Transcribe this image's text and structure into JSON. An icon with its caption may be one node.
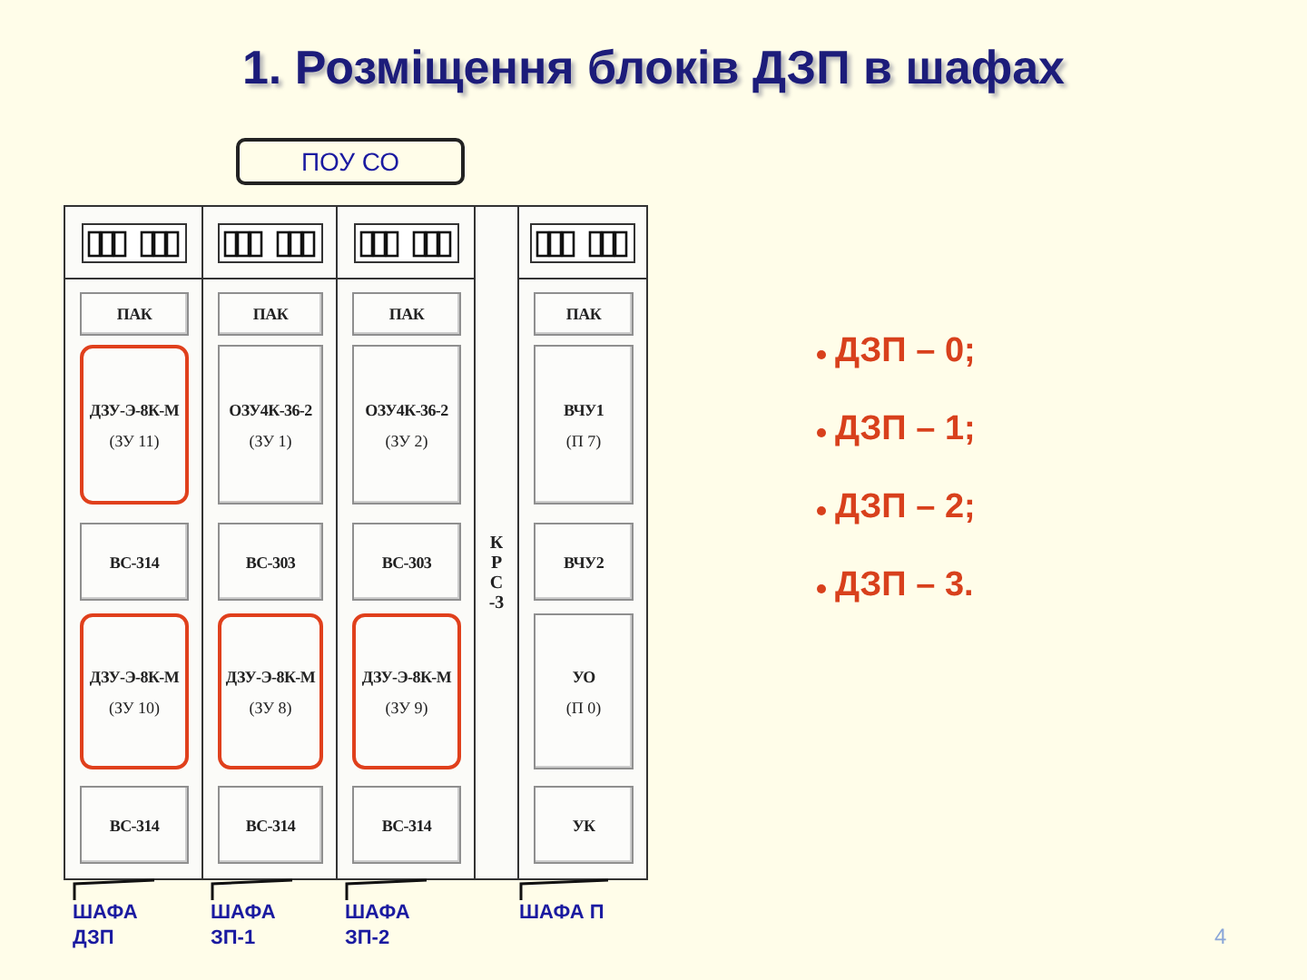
{
  "diagram": {
    "title": "1. Розміщення блоків ДЗП в шафах",
    "nodes": [
      {
        "text": [
          "ПОУ СО"
        ]
      },
      {
        "text": [],
        "shape": "box"
      },
      {
        "text": [
          "ПАК"
        ],
        "in": 1
      },
      {
        "text": [
          "ДЗУ-Э-8К-М",
          "(ЗУ 11)"
        ],
        "in": 1
      },
      {
        "text": [
          "ВС-314"
        ],
        "in": 1
      },
      {
        "text": [
          "ДЗУ-Э-8К-М",
          "(ЗУ 10)"
        ],
        "in": 1
      },
      {
        "text": [
          "ВС-314"
        ],
        "in": 1
      },
      {
        "text": [],
        "shape": "box"
      },
      {
        "text": [
          "ПАК"
        ],
        "in": 7
      },
      {
        "text": [
          "ОЗУ4К-36-2",
          "(ЗУ 1)"
        ],
        "in": 7
      },
      {
        "text": [
          "ВС-303"
        ],
        "in": 7
      },
      {
        "text": [
          "ДЗУ-Э-8К-М",
          "(ЗУ 8)"
        ],
        "in": 7
      },
      {
        "text": [
          "ВС-314"
        ],
        "in": 7
      },
      {
        "text": [],
        "shape": "box"
      },
      {
        "text": [
          "ПАК"
        ],
        "in": 13
      },
      {
        "text": [
          "ОЗУ4К-36-2",
          "(ЗУ 2)"
        ],
        "in": 13
      },
      {
        "text": [
          "ВС-303"
        ],
        "in": 13
      },
      {
        "text": [
          "ДЗУ-Э-8К-М",
          "(ЗУ 9)"
        ],
        "in": 13
      },
      {
        "text": [
          "ВС-314"
        ],
        "in": 13
      },
      {
        "text": [
          "КРС-3"
        ]
      },
      {
        "text": [],
        "shape": "box"
      },
      {
        "text": [
          "ПАК"
        ],
        "in": 20
      },
      {
        "text": [
          "ВЧУ1",
          "(П 7)"
        ],
        "in": 20
      },
      {
        "text": [
          "ВЧУ2"
        ],
        "in": 20
      },
      {
        "text": [
          "УО",
          "(П 0)"
        ],
        "in": 20
      },
      {
        "text": [
          "УК"
        ],
        "in": 20
      },
      {
        "text": [
          "ШАФА ДЗП"
        ]
      },
      {
        "text": [
          "ШАФА ЗП-1"
        ]
      },
      {
        "text": [
          "ШАФА ЗП-2"
        ]
      },
      {
        "text": [
          "ШАФА П"
        ]
      }
    ],
    "edges": [
      {
        "from": 26,
        "to": 1,
        "arrow": "none"
      },
      {
        "from": 27,
        "to": 7,
        "arrow": "none"
      },
      {
        "from": 28,
        "to": 13,
        "arrow": "none"
      },
      {
        "from": 29,
        "to": 20,
        "arrow": "none"
      }
    ],
    "labels": [
      "ДЗП – 0;",
      "ДЗП – 1;",
      "ДЗП – 2;",
      "ДЗП – 3.",
      "4"
    ]
  }
}
